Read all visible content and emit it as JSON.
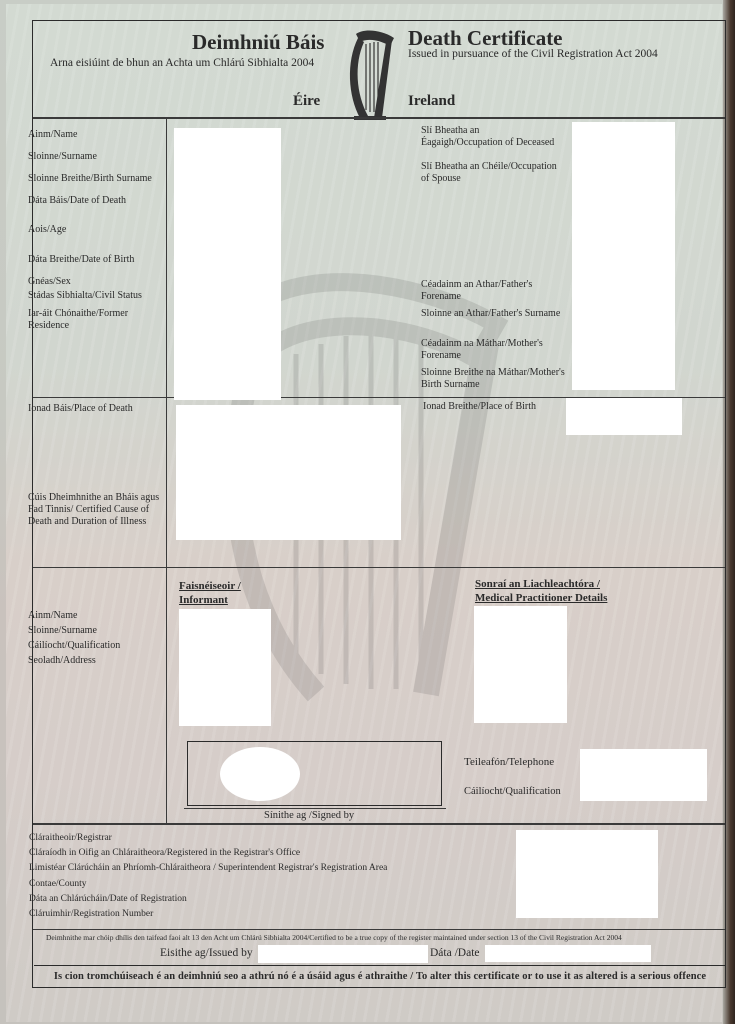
{
  "header": {
    "title_ga": "Deimhniú Báis",
    "title_en": "Death Certificate",
    "subtitle_ga": "Arna eisiúint de bhun an Achta um Chlárú Sibhialta 2004",
    "subtitle_en": "Issued in pursuance of the Civil Registration Act 2004",
    "country_ga": "Éire",
    "country_en": "Ireland",
    "emblem": "harp-icon"
  },
  "deceased": {
    "labels_left": [
      "Ainm/Name",
      "Sloinne/Surname",
      "Sloinne Breithe/Birth Surname",
      "Dáta Báis/Date of Death",
      "Aois/Age",
      "Dáta Breithe/Date of Birth",
      "Gnéas/Sex",
      "Stádas Sibhialta/Civil Status",
      "Iar-áit Chónaithe/Former Residence"
    ],
    "labels_right": [
      "Slí Bheatha an Éagaigh/Occupation of Deceased",
      "Slí Bheatha an Chéile/Occupation of Spouse",
      "Céadainm an Athar/Father's Forename",
      "Sloinne an Athar/Father's Surname",
      "Céadainm na Máthar/Mother's Forename",
      "Sloinne Breithe na Máthar/Mother's Birth Surname"
    ]
  },
  "places": {
    "place_of_death": "Ionad Báis/Place of Death",
    "place_of_birth": "Ionad Breithe/Place of Birth",
    "cause_of_death": "Cúis Dheimhnithe an Bháis agus Fad Tinnis/ Certified Cause of Death and Duration of Illness"
  },
  "informant": {
    "heading_line1": "Faisnéiseoir /",
    "heading_line2": "Informant",
    "labels": [
      "Ainm/Name",
      "Sloinne/Surname",
      "Cáilíocht/Qualification",
      "Seoladh/Address"
    ],
    "signed_by": "Sínithe ag /Signed by"
  },
  "medical": {
    "heading_line1": "Sonraí an Liachleachtóra /",
    "heading_line2": "Medical Practitioner Details",
    "telephone": "Teileafón/Telephone",
    "qualification": "Cáilíocht/Qualification"
  },
  "registration": {
    "labels": [
      "Cláraitheoir/Registrar",
      "Cláraíodh in Oifig an Chláraitheora/Registered in the Registrar's Office",
      "Limistéar Clárúcháin an Phríomh-Chláraitheora / Superintendent Registrar's Registration Area",
      "Contae/County",
      "Dáta  an Chlárúcháin/Date of Registration",
      "Cláruimhir/Registration Number"
    ]
  },
  "footer": {
    "certified_text": "Deimhnithe mar chóip dhílis den taifead faoi alt 13 den Acht um Chlárú Sibhialta 2004/Certified to be a true copy of the register maintained under section 13 of the Civil Registration Act 2004",
    "issued_by": "Eisithe ag/Issued by",
    "date": "Dáta /Date",
    "warning": "Is cion tromchúiseach é an deimhniú seo a athrú nó é a úsáid agus é athraithe / To alter this certificate or to use it as altered is a serious offence"
  }
}
